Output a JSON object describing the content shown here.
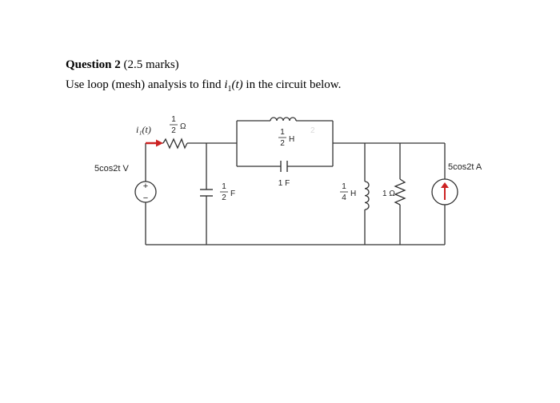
{
  "question": {
    "title": "Question 2",
    "marks": "(2.5 marks)",
    "text_before": "Use loop (mesh) analysis to find ",
    "current_symbol": "i",
    "current_sub": "1",
    "current_arg": "(t)",
    "text_after": " in the circuit below."
  },
  "circuit": {
    "current_label": "i₁(t)",
    "resistor1_num": "1",
    "resistor1_den": "2",
    "resistor1_unit": "Ω",
    "inductor1_num": "1",
    "inductor1_den": "2",
    "inductor1_unit": "H",
    "capacitor_top_label": "1 F",
    "capacitor_left_num": "1",
    "capacitor_left_den": "2",
    "capacitor_left_unit": "F",
    "inductor2_num": "1",
    "inductor2_den": "4",
    "inductor2_unit": "H",
    "resistor2_label": "1 Ω",
    "voltage_source_label": "5cos2t V",
    "current_source_label": "5cos2t A",
    "watermark": "2",
    "colors": {
      "arrow": "#cc2222",
      "wire": "#333333"
    }
  }
}
